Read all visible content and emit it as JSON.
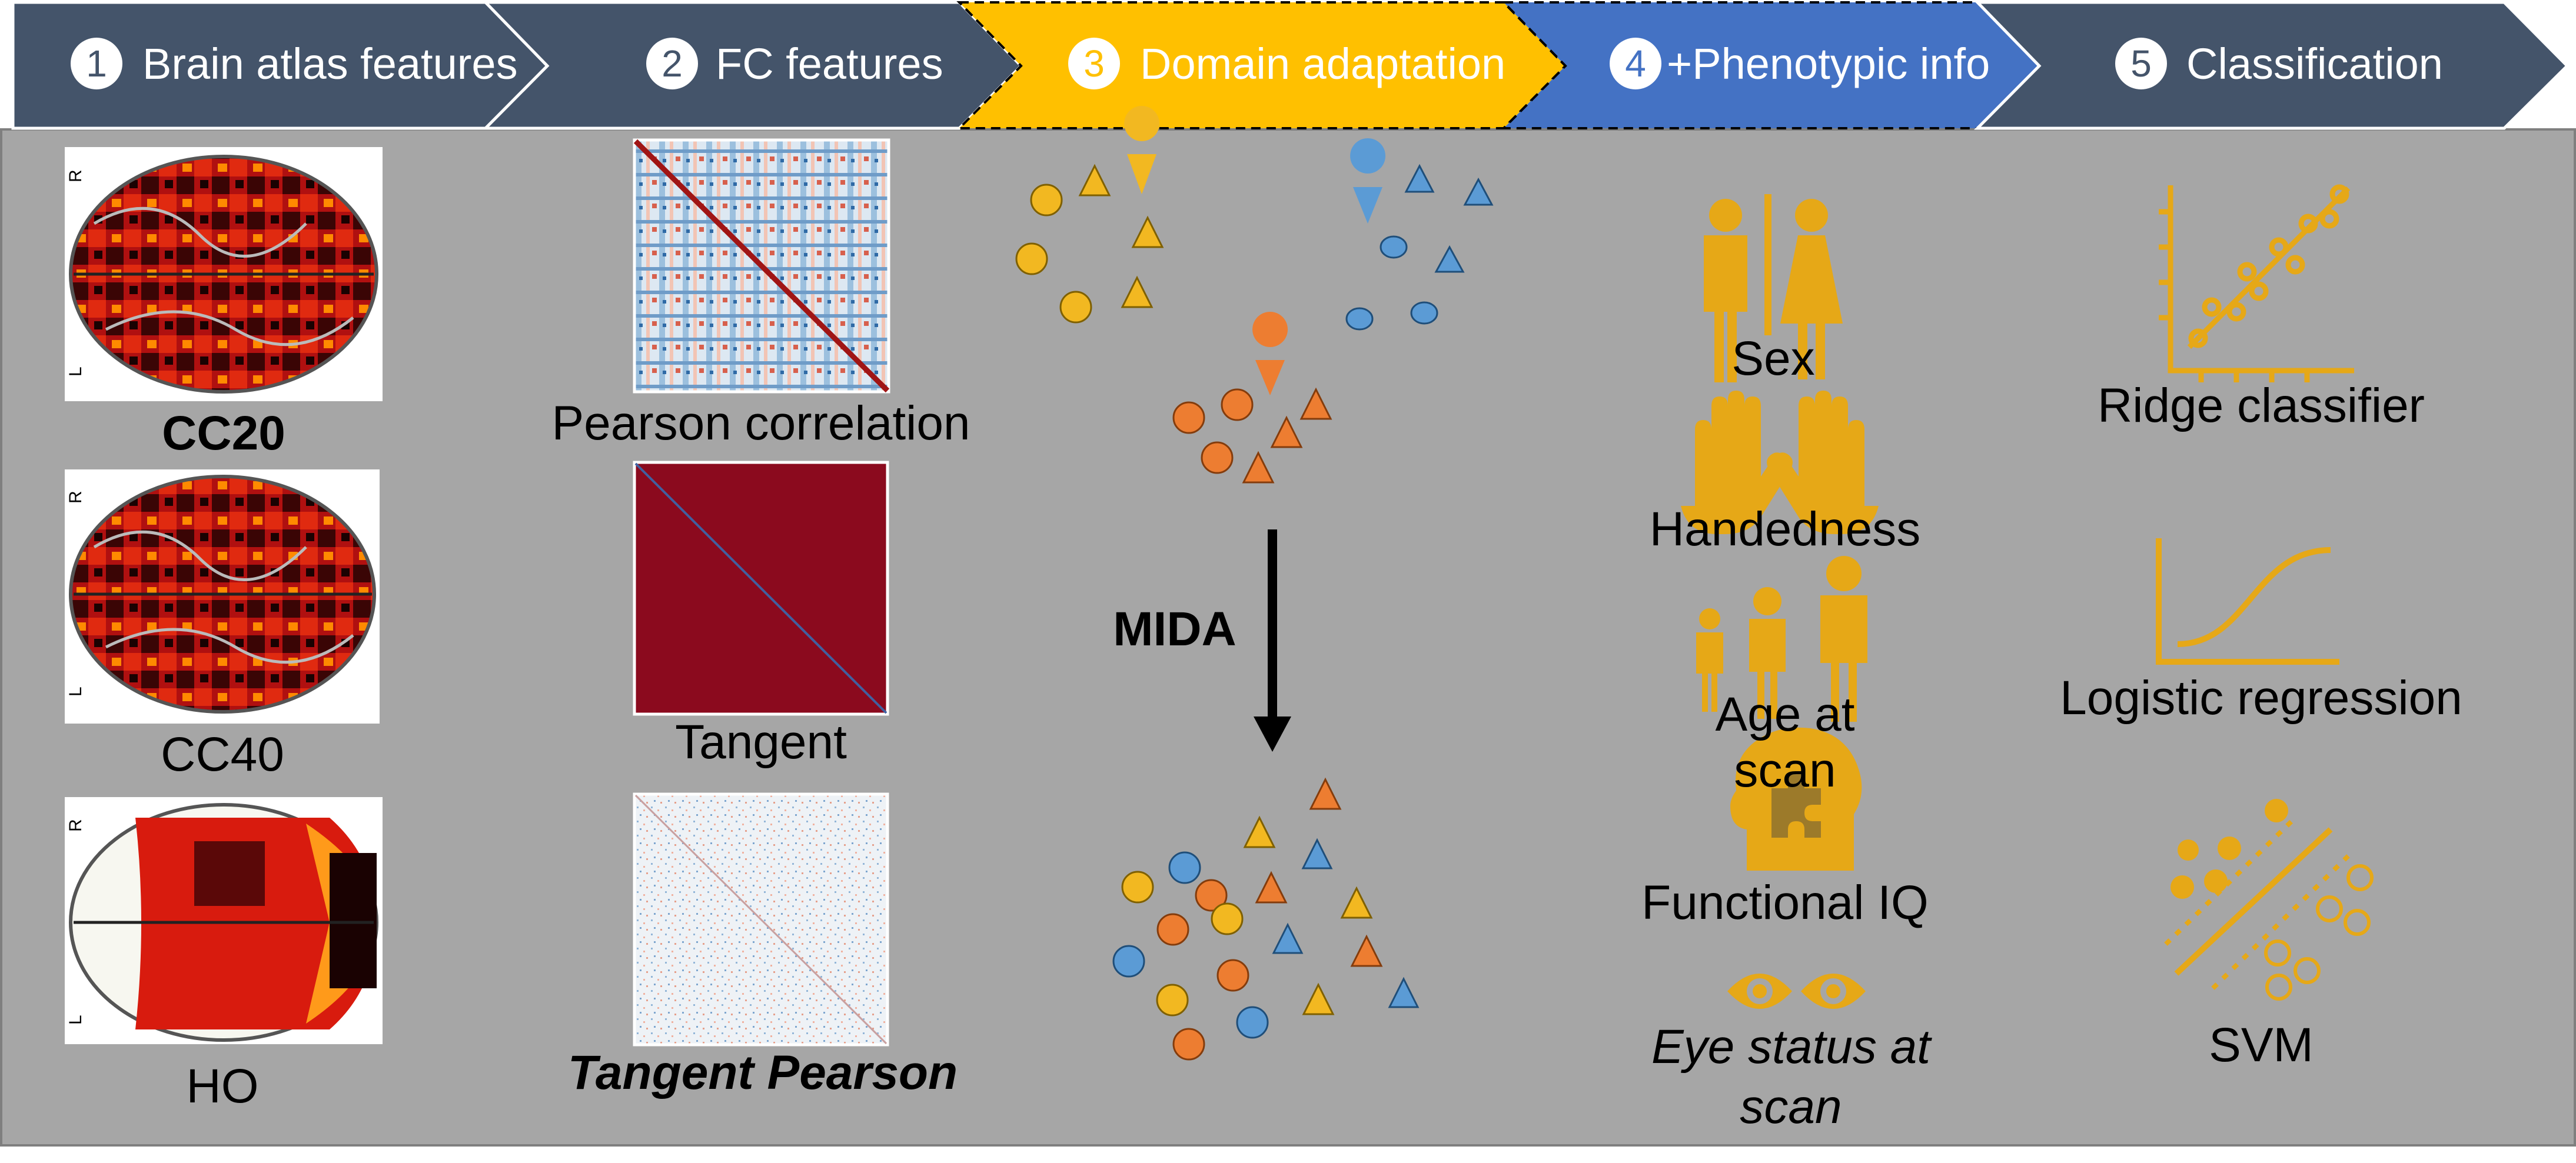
{
  "colors": {
    "panel_bg": "#A6A6A6",
    "step_dark": "#44546A",
    "step_yellow": "#FFC000",
    "step_blue": "#4472C4",
    "icon_gold": "#E6A817",
    "marker_yellow": "#F2B821",
    "marker_blue": "#5B9BD5",
    "marker_orange": "#ED7D31"
  },
  "steps": [
    {
      "num": "1",
      "label": "Brain atlas features"
    },
    {
      "num": "2",
      "label": "FC features"
    },
    {
      "num": "3",
      "label": "Domain adaptation"
    },
    {
      "num": "4",
      "label": "+Phenotypic info"
    },
    {
      "num": "5",
      "label": "Classification"
    }
  ],
  "atlases": [
    {
      "label": "CC20",
      "side_top": "R",
      "side_bottom": "L"
    },
    {
      "label": "CC40",
      "side_top": "R",
      "side_bottom": "L"
    },
    {
      "label": "HO",
      "side_top": "R",
      "side_bottom": "L"
    }
  ],
  "fc_features": [
    {
      "label": "Pearson correlation"
    },
    {
      "label": "Tangent"
    },
    {
      "label": "Tangent Pearson"
    }
  ],
  "domain_adaptation": {
    "method": "MIDA"
  },
  "phenotypes": [
    {
      "label": "Sex",
      "icon": "male-female-icon"
    },
    {
      "label": "Handedness",
      "icon": "hands-icon"
    },
    {
      "label_line1": "Age at",
      "label_line2": "scan",
      "icon": "age-group-icon"
    },
    {
      "label": "Functional IQ",
      "icon": "head-puzzle-icon"
    },
    {
      "label_line1": "Eye status at",
      "label_line2": "scan",
      "icon": "eyes-icon"
    }
  ],
  "classifiers": [
    {
      "label": "Ridge classifier",
      "icon": "scatter-regression-icon"
    },
    {
      "label": "Logistic regression",
      "icon": "sigmoid-curve-icon"
    },
    {
      "label": "SVM",
      "icon": "svm-separator-icon"
    }
  ]
}
